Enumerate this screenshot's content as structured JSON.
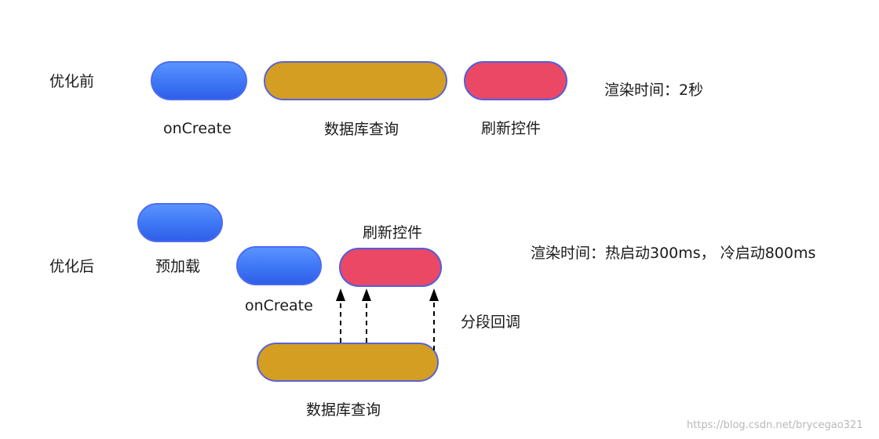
{
  "before": {
    "row_label": "优化前",
    "steps": [
      {
        "label": "onCreate",
        "color": "#3d76f5"
      },
      {
        "label": "数据库查询",
        "color": "#d39e21"
      },
      {
        "label": "刷新控件",
        "color": "#ea4865"
      }
    ],
    "render_time": "渲染时间：2秒"
  },
  "after": {
    "row_label": "优化后",
    "preload_label": "预加载",
    "oncreate_label": "onCreate",
    "refresh_label": "刷新控件",
    "query_label": "数据库查询",
    "callback_label": "分段回调",
    "render_time": "渲染时间：热启动300ms，  冷启动800ms"
  },
  "watermark": "https://blog.csdn.net/brycegao321"
}
